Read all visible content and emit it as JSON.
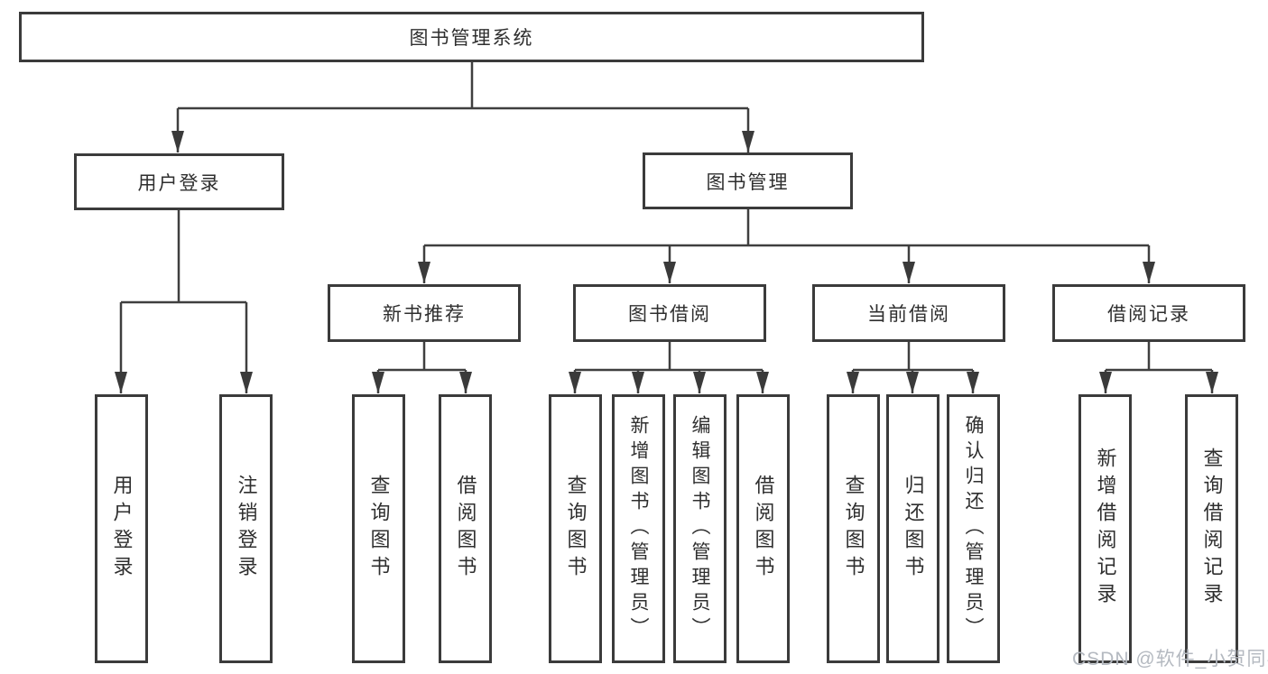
{
  "diagram": {
    "root": {
      "label": "图书管理系统"
    },
    "user_login": {
      "label": "用户登录",
      "children": [
        {
          "label": "用户登录"
        },
        {
          "label": "注销登录"
        }
      ]
    },
    "book_mgmt": {
      "label": "图书管理",
      "sections": [
        {
          "label": "新书推荐",
          "children": [
            {
              "label": "查询图书"
            },
            {
              "label": "借阅图书"
            }
          ]
        },
        {
          "label": "图书借阅",
          "children": [
            {
              "label": "查询图书"
            },
            {
              "label": "新增图书（管理员）"
            },
            {
              "label": "编辑图书（管理员）"
            },
            {
              "label": "借阅图书"
            }
          ]
        },
        {
          "label": "当前借阅",
          "children": [
            {
              "label": "查询图书"
            },
            {
              "label": "归还图书"
            },
            {
              "label": "确认归还（管理员）"
            }
          ]
        },
        {
          "label": "借阅记录",
          "children": [
            {
              "label": "新增借阅记录"
            },
            {
              "label": "查询借阅记录"
            }
          ]
        }
      ]
    },
    "watermark": "CSDN @软件_小贺同学",
    "colors": {
      "line": "#3f3f3f",
      "box_border": "#3b3b3b",
      "text": "#2f2f2f",
      "watermark": "#b4b9c0"
    }
  }
}
